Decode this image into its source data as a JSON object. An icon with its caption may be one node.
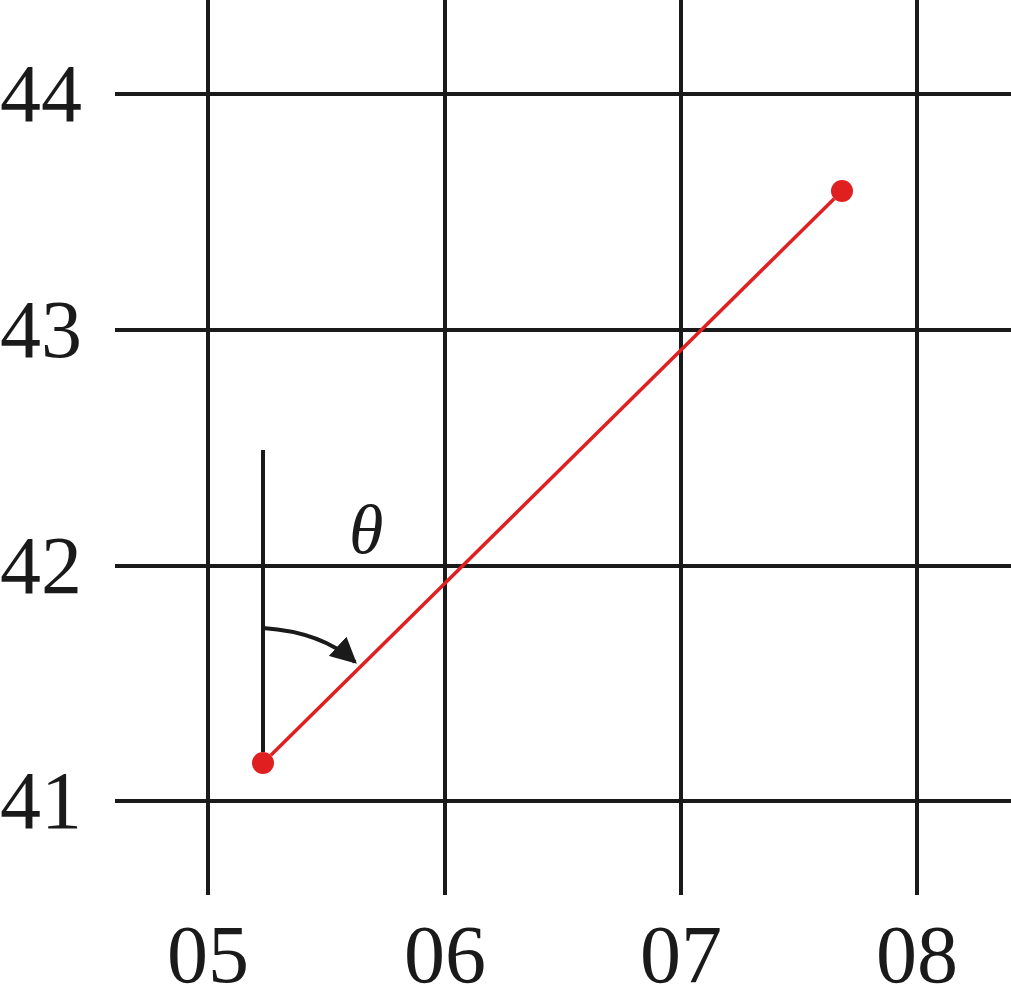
{
  "diagram": {
    "nodes": [
      {
        "text": [],
        "shape": "circle"
      },
      {
        "text": [],
        "shape": "circle"
      }
    ],
    "edges": [
      {
        "from": 0,
        "to": 1,
        "arrow": "none",
        "color": "#e02020"
      }
    ],
    "labels": [
      "44",
      "43",
      "42",
      "θ",
      "41",
      "05",
      "06",
      "07",
      "08"
    ]
  }
}
